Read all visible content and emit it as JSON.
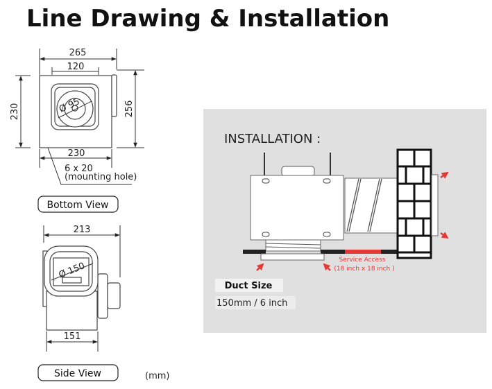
{
  "title": "Line Drawing & Installation",
  "bottom_view": {
    "dim_width_total": "265",
    "dim_inlet": "120",
    "dim_height_left": "230",
    "dim_height_right": "256",
    "dim_width_bottom": "230",
    "dim_diameter": "Ø 95",
    "mounting_hole_size": "6 x 20",
    "mounting_hole_label": "(mounting hole)",
    "label": "Bottom  View"
  },
  "side_view": {
    "dim_width_total": "213",
    "dim_diameter": "Ø 150",
    "dim_width_bottom": "151",
    "label": "Side View"
  },
  "units": "(mm)",
  "installation": {
    "title": "INSTALLATION :",
    "service_access": "Service Access",
    "service_access_size": "(18 inch x 18 inch )",
    "duct_size_label": "Duct Size",
    "duct_size_value": "150mm / 6 inch",
    "colors": {
      "panel": "#e0e0e0",
      "accent": "#e53935"
    }
  }
}
